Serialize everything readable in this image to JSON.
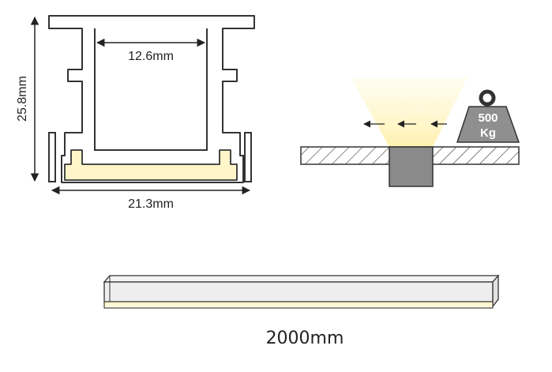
{
  "profile": {
    "inner_width_label": "12.6mm",
    "height_label": "25.8mm",
    "outer_width_label": "21.3mm"
  },
  "load": {
    "weight_value": "500",
    "weight_unit": "Kg"
  },
  "bar": {
    "length_label": "2000mm"
  },
  "colors": {
    "outline": "#333333",
    "light_fill": "#fff5c8",
    "glow": "#fff1b0",
    "block": "#8a8a8a",
    "weight": "#8f8f8f",
    "bar_face": "#eeeeee"
  }
}
